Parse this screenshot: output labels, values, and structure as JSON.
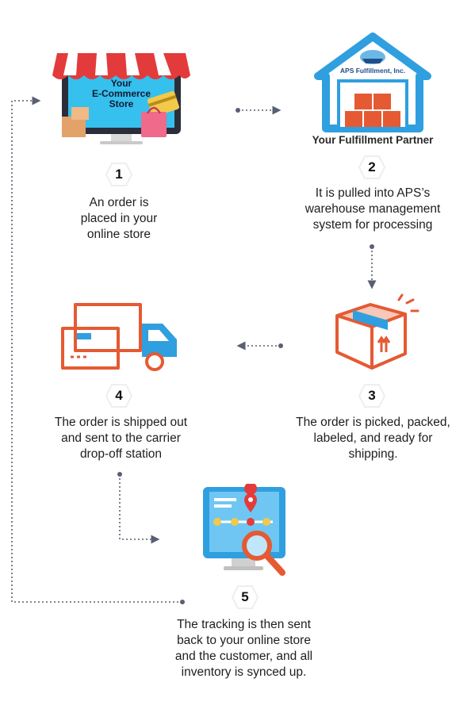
{
  "store": {
    "title_line1": "Your",
    "title_line2": "E-Commerce",
    "title_line3": "Store"
  },
  "warehouse": {
    "brand": "APS Fulfillment, Inc.",
    "caption": "Your Fulfillment Partner"
  },
  "steps": [
    {
      "number": "1",
      "lines": [
        "An order is",
        "placed in your",
        "online store"
      ]
    },
    {
      "number": "2",
      "lines": [
        "It is pulled into APS’s",
        "warehouse management",
        "system for processing"
      ]
    },
    {
      "number": "3",
      "lines": [
        "The order is picked, packed,",
        "labeled, and ready for",
        "shipping."
      ]
    },
    {
      "number": "4",
      "lines": [
        "The order is shipped out",
        "and sent to the carrier",
        "drop-off station"
      ]
    },
    {
      "number": "5",
      "lines": [
        "The tracking is then sent",
        "back to your online store",
        "and the customer, and all",
        "inventory is synced up."
      ]
    }
  ],
  "colors": {
    "accent_orange": "#e55a33",
    "accent_blue": "#2f9fe0",
    "connector": "#5a5f74"
  }
}
